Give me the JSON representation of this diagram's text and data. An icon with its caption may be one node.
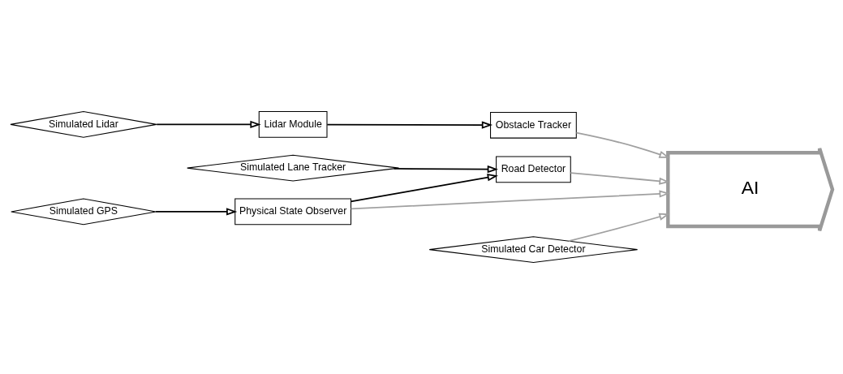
{
  "diagram": {
    "nodes": [
      {
        "text": [
          "Simulated Lidar"
        ]
      },
      {
        "text": [
          "Lidar Module"
        ]
      },
      {
        "text": [
          "Obstacle Tracker"
        ]
      },
      {
        "text": [
          "Simulated GPS"
        ]
      },
      {
        "text": [
          "Physical State Observer"
        ]
      },
      {
        "text": [
          "Road Detector"
        ]
      },
      {
        "text": [
          "Simulated Lane Tracker"
        ]
      },
      {
        "text": [
          "Simulated Car Detector"
        ]
      },
      {
        "text": [
          "AI"
        ]
      }
    ],
    "edges": [
      {
        "from": 0,
        "to": 1,
        "arrow": "to"
      },
      {
        "from": 1,
        "to": 2,
        "arrow": "to"
      },
      {
        "from": 2,
        "to": 8,
        "arrow": "to",
        "color": "#a0a0a0"
      },
      {
        "from": 3,
        "to": 4,
        "arrow": "to"
      },
      {
        "from": 4,
        "to": 8,
        "arrow": "to",
        "color": "#a0a0a0"
      },
      {
        "from": 4,
        "to": 5,
        "arrow": "to"
      },
      {
        "from": 6,
        "to": 5,
        "arrow": "to"
      },
      {
        "from": 5,
        "to": 8,
        "arrow": "to",
        "color": "#a0a0a0"
      },
      {
        "from": 7,
        "to": 8,
        "arrow": "to",
        "color": "#a0a0a0"
      }
    ]
  }
}
